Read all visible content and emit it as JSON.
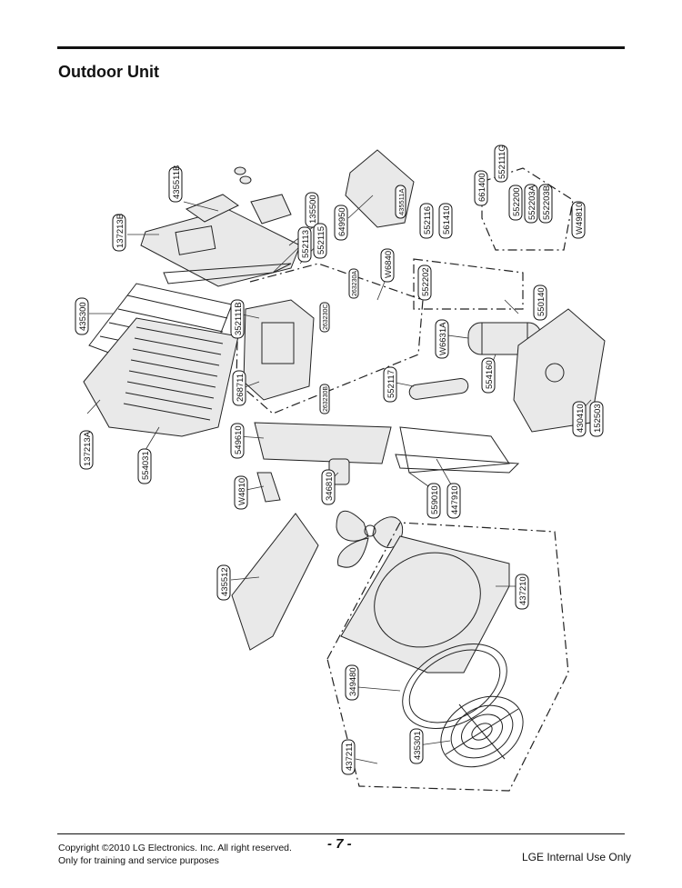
{
  "header": {
    "title": "Outdoor Unit"
  },
  "footer": {
    "copyright_line1": "Copyright ©2010 LG Electronics. Inc. All right reserved.",
    "copyright_line2": "Only for training and service purposes",
    "page_number": "- 7 -",
    "notice": "LGE Internal Use Only"
  },
  "part_labels": [
    "435511B",
    "137213B",
    "135500",
    "552115",
    "552113",
    "649950",
    "435511A",
    "552116",
    "561410",
    "661400",
    "552111G",
    "552200",
    "552203A",
    "552203B",
    "W49810",
    "W6840",
    "435300",
    "352111B",
    "552202",
    "550140",
    "W6631A",
    "268711",
    "552117",
    "554160",
    "430410",
    "152503",
    "137213A",
    "554031",
    "549610",
    "346810",
    "559010",
    "447910",
    "W4810",
    "435512",
    "437210",
    "349480",
    "437211",
    "435301",
    "263230A",
    "263230B",
    "263230C"
  ]
}
